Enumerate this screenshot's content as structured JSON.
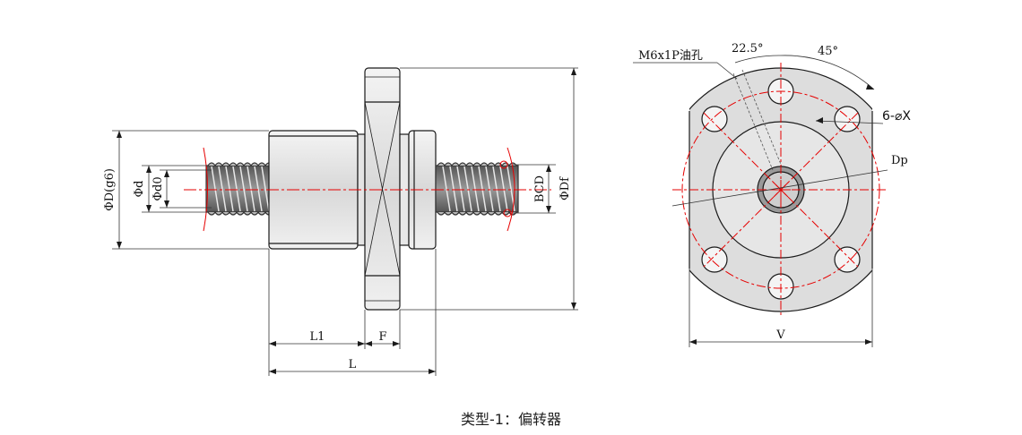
{
  "side_view": {
    "labels": {
      "phi_d_g6": "ΦD(g6)",
      "phi_d": "Φd",
      "phi_d0": "Φd0",
      "bcd": "BCD",
      "phi_df": "ΦDf",
      "l1": "L1",
      "f": "F",
      "l": "L"
    }
  },
  "front_view": {
    "labels": {
      "oil_hole": "M6x1P油孔",
      "angle_22_5": "22.5°",
      "angle_45": "45°",
      "holes": "6-⌀X",
      "dp": "Dp",
      "v": "V"
    }
  },
  "caption": "类型-1：偏转器",
  "colors": {
    "line": "#1a1a1a",
    "center": "#e60000",
    "fill": "#dcdcdc"
  }
}
